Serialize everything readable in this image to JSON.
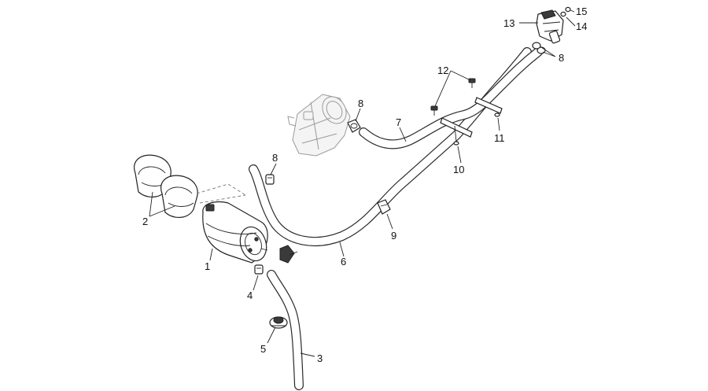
{
  "callouts": [
    {
      "id": "1",
      "part": "canister"
    },
    {
      "id": "2",
      "part": "clamp-pair"
    },
    {
      "id": "3",
      "part": "lower-hose"
    },
    {
      "id": "4",
      "part": "small-clamp-lower"
    },
    {
      "id": "5",
      "part": "hose-clip"
    },
    {
      "id": "6",
      "part": "long-hose"
    },
    {
      "id": "7",
      "part": "hose-to-throttle"
    },
    {
      "id": "8",
      "part": "small-clamp"
    },
    {
      "id": "9",
      "part": "small-clamp-mid"
    },
    {
      "id": "10",
      "part": "hose-bracket"
    },
    {
      "id": "11",
      "part": "hose-bracket-upper"
    },
    {
      "id": "12",
      "part": "screw"
    },
    {
      "id": "13",
      "part": "purge-valve"
    },
    {
      "id": "14",
      "part": "washer"
    },
    {
      "id": "15",
      "part": "nut"
    }
  ],
  "colors": {
    "line": "#222222",
    "ghost": "#9a9a9a",
    "background": "#ffffff"
  }
}
